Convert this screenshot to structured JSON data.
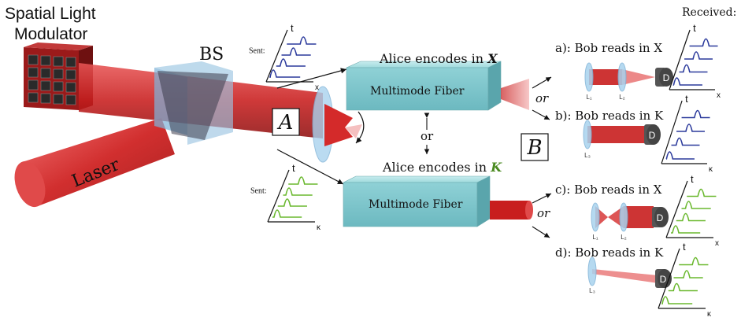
{
  "labels": {
    "slm_line1": "Spatial Light",
    "slm_line2": "Modulator",
    "bs": "BS",
    "laser": "Laser",
    "point_a": "A",
    "point_b": "B",
    "or_middle": "or",
    "or_top": "or",
    "or_bottom": "or",
    "received": "Received:",
    "sent": "Sent:",
    "alice_x_prefix": "Alice encodes in ",
    "alice_x_symbol": "X",
    "alice_k_prefix": "Alice encodes in ",
    "alice_k_symbol": "K",
    "fiber": "Multimode Fiber",
    "axis_t": "t",
    "axis_x": "x",
    "axis_k": "κ",
    "detector": "D",
    "lens_l1": "L₁",
    "lens_l2": "L₂",
    "lens_l3": "L₃"
  },
  "cases": [
    {
      "text": "a): Bob reads in X"
    },
    {
      "text": "b): Bob reads in K"
    },
    {
      "text": "c): Bob reads in X"
    },
    {
      "text": "d): Bob reads in K"
    }
  ],
  "colors": {
    "laser_red": "#d42a2a",
    "blue_pulse": "#2b3a9c",
    "green_pulse": "#6ab82e",
    "fiber_cyan": "#8fd1d6",
    "bs_blue": "#7fb3d8",
    "lens_blue": "#a9d3ee"
  }
}
